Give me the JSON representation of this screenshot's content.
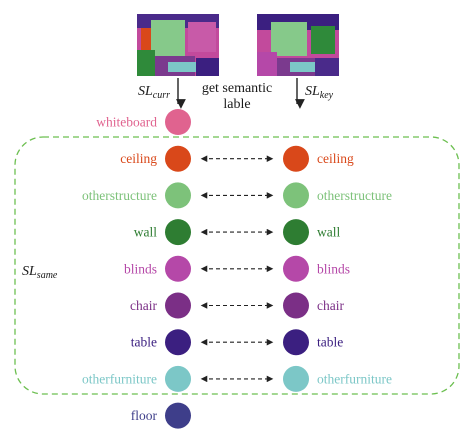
{
  "captions": {
    "get_semantic_line1": "get semantic",
    "get_semantic_line2": "lable",
    "sl_curr_base": "SL",
    "sl_curr_sub": "curr",
    "sl_key_base": "SL",
    "sl_key_sub": "key",
    "sl_same_base": "SL",
    "sl_same_sub": "same"
  },
  "left_column": [
    {
      "label": "whiteboard",
      "color": "#e0638f",
      "paired": false
    },
    {
      "label": "ceiling",
      "color": "#d9481a",
      "paired": true
    },
    {
      "label": "otherstructure",
      "color": "#7dc27a",
      "paired": true
    },
    {
      "label": "wall",
      "color": "#2e7d32",
      "paired": true
    },
    {
      "label": "blinds",
      "color": "#b548a8",
      "paired": true
    },
    {
      "label": "chair",
      "color": "#7b2f86",
      "paired": true
    },
    {
      "label": "table",
      "color": "#3b1f80",
      "paired": true
    },
    {
      "label": "otherfurniture",
      "color": "#7cc7c7",
      "paired": true
    },
    {
      "label": "floor",
      "color": "#3e3e8a",
      "paired": false
    }
  ],
  "right_column": [
    {
      "label": "ceiling",
      "color": "#d9481a"
    },
    {
      "label": "otherstructure",
      "color": "#7dc27a"
    },
    {
      "label": "wall",
      "color": "#2e7d32"
    },
    {
      "label": "blinds",
      "color": "#b548a8"
    },
    {
      "label": "chair",
      "color": "#7b2f86"
    },
    {
      "label": "table",
      "color": "#3b1f80"
    },
    {
      "label": "otherfurniture",
      "color": "#7cc7c7"
    }
  ],
  "group_border_color": "#6cbf50"
}
